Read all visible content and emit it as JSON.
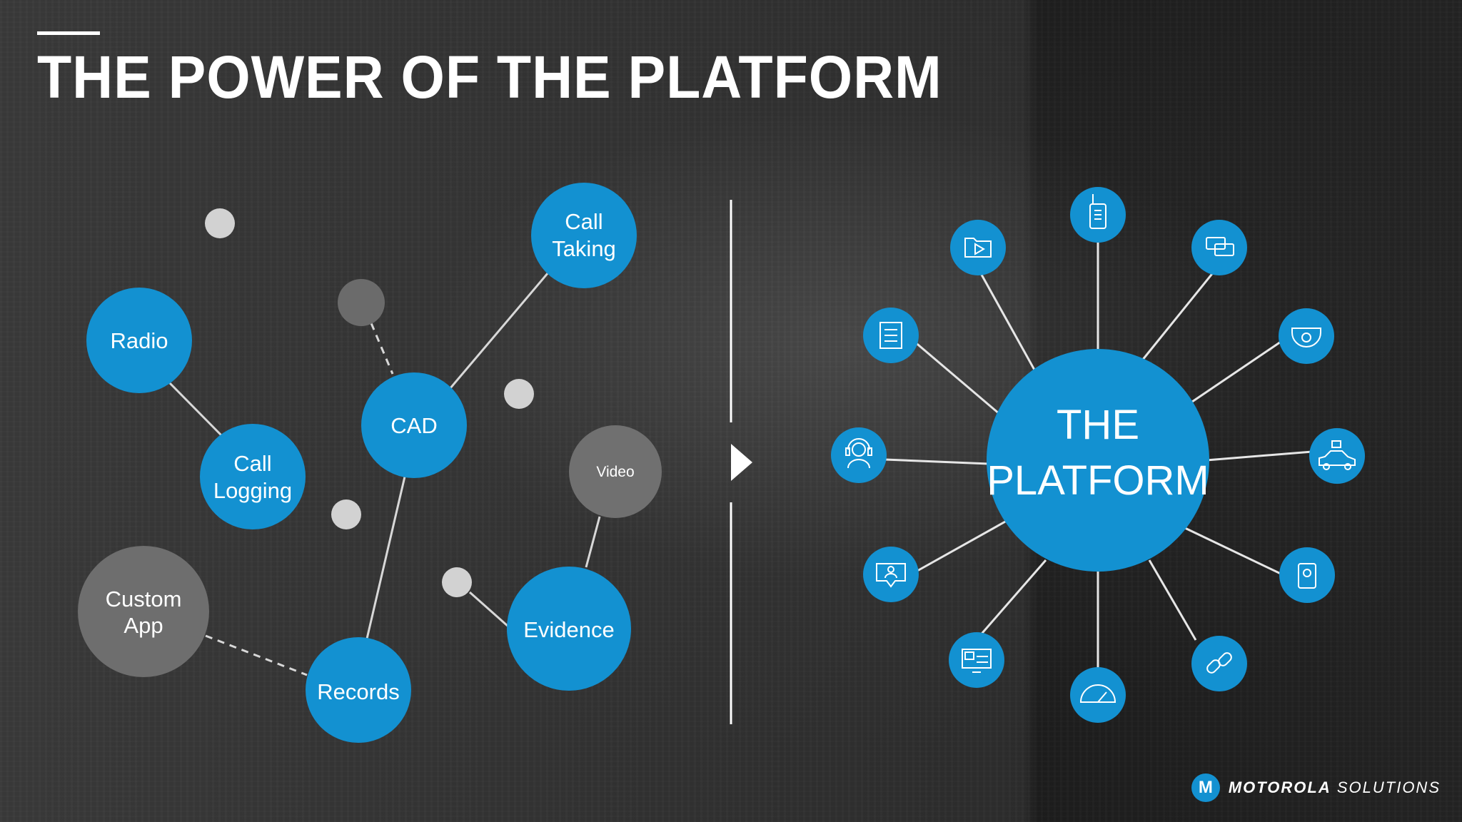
{
  "slide": {
    "title": "THE POWER OF THE PLATFORM",
    "accent_color": "#1391d1",
    "grey_color": "#6e6e6e"
  },
  "left_diagram": {
    "nodes": [
      {
        "id": "call-taking",
        "label": [
          "Call",
          "Taking"
        ],
        "style": "blue"
      },
      {
        "id": "radio",
        "label": [
          "Radio"
        ],
        "style": "blue"
      },
      {
        "id": "cad",
        "label": [
          "CAD"
        ],
        "style": "blue"
      },
      {
        "id": "call-logging",
        "label": [
          "Call",
          "Logging"
        ],
        "style": "blue"
      },
      {
        "id": "video",
        "label": [
          "Video"
        ],
        "style": "grey"
      },
      {
        "id": "custom-app",
        "label": [
          "Custom",
          "App"
        ],
        "style": "grey"
      },
      {
        "id": "evidence",
        "label": [
          "Evidence"
        ],
        "style": "blue"
      },
      {
        "id": "records",
        "label": [
          "Records"
        ],
        "style": "blue"
      }
    ],
    "links": [
      {
        "from": "radio",
        "to": "call-logging",
        "style": "solid"
      },
      {
        "from": "cad",
        "to": "call-taking",
        "style": "solid"
      },
      {
        "from": "cad",
        "to": "records",
        "style": "solid"
      },
      {
        "from": "video",
        "to": "evidence",
        "style": "solid"
      },
      {
        "from": "custom-app",
        "to": "records",
        "style": "dashed"
      }
    ]
  },
  "right_diagram": {
    "center_label": [
      "THE",
      "PLATFORM"
    ],
    "satellite_icons": [
      "radio-handset-icon",
      "chat-bubbles-icon",
      "dome-camera-icon",
      "police-car-camera-icon",
      "body-camera-icon",
      "link-icon",
      "speedometer-icon",
      "monitor-dashboard-icon",
      "user-message-icon",
      "headset-agent-icon",
      "document-icon",
      "video-folder-icon"
    ]
  },
  "branding": {
    "logo_glyph": "M",
    "company_bold": "MOTOROLA",
    "company_light": "SOLUTIONS"
  }
}
